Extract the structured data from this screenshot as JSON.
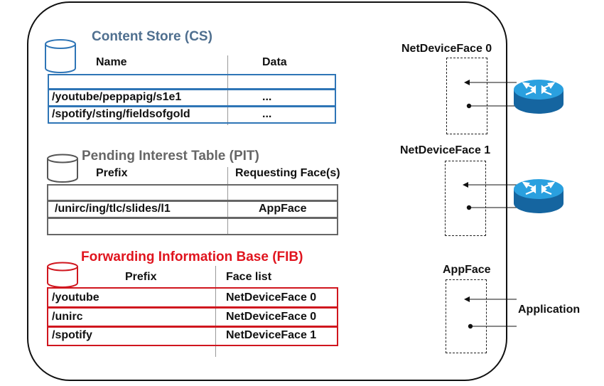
{
  "content_store": {
    "title": "Content Store (CS)",
    "col_name": "Name",
    "col_data": "Data",
    "rows": [
      {
        "name": "",
        "data": ""
      },
      {
        "name": "/youtube/peppapig/s1e1",
        "data": "..."
      },
      {
        "name": "/spotify/sting/fieldsofgold",
        "data": "..."
      }
    ]
  },
  "pit": {
    "title": "Pending Interest Table (PIT)",
    "col_prefix": "Prefix",
    "col_faces": "Requesting Face(s)",
    "rows": [
      {
        "prefix": "",
        "face": ""
      },
      {
        "prefix": "/unirc/ing/tlc/slides/l1",
        "face": "AppFace"
      },
      {
        "prefix": "",
        "face": ""
      }
    ]
  },
  "fib": {
    "title": "Forwarding Information Base (FIB)",
    "col_prefix": "Prefix",
    "col_faces": "Face list",
    "rows": [
      {
        "prefix": "/youtube",
        "face": "NetDeviceFace 0"
      },
      {
        "prefix": "/unirc",
        "face": "NetDeviceFace 0"
      },
      {
        "prefix": "/spotify",
        "face": "NetDeviceFace 1"
      }
    ]
  },
  "faces": {
    "netdevice0": "NetDeviceFace 0",
    "netdevice1": "NetDeviceFace 1",
    "appface": "AppFace",
    "application": "Application"
  },
  "colors": {
    "cs_border": "#2e75b6",
    "pit_border": "#666666",
    "fib_border": "#d0161e",
    "fib_title": "#e0141e",
    "router": "#1f8fd0"
  },
  "icons": {
    "cs": "database-icon",
    "pit": "database-icon",
    "fib": "database-icon",
    "routers": "router-icon"
  }
}
